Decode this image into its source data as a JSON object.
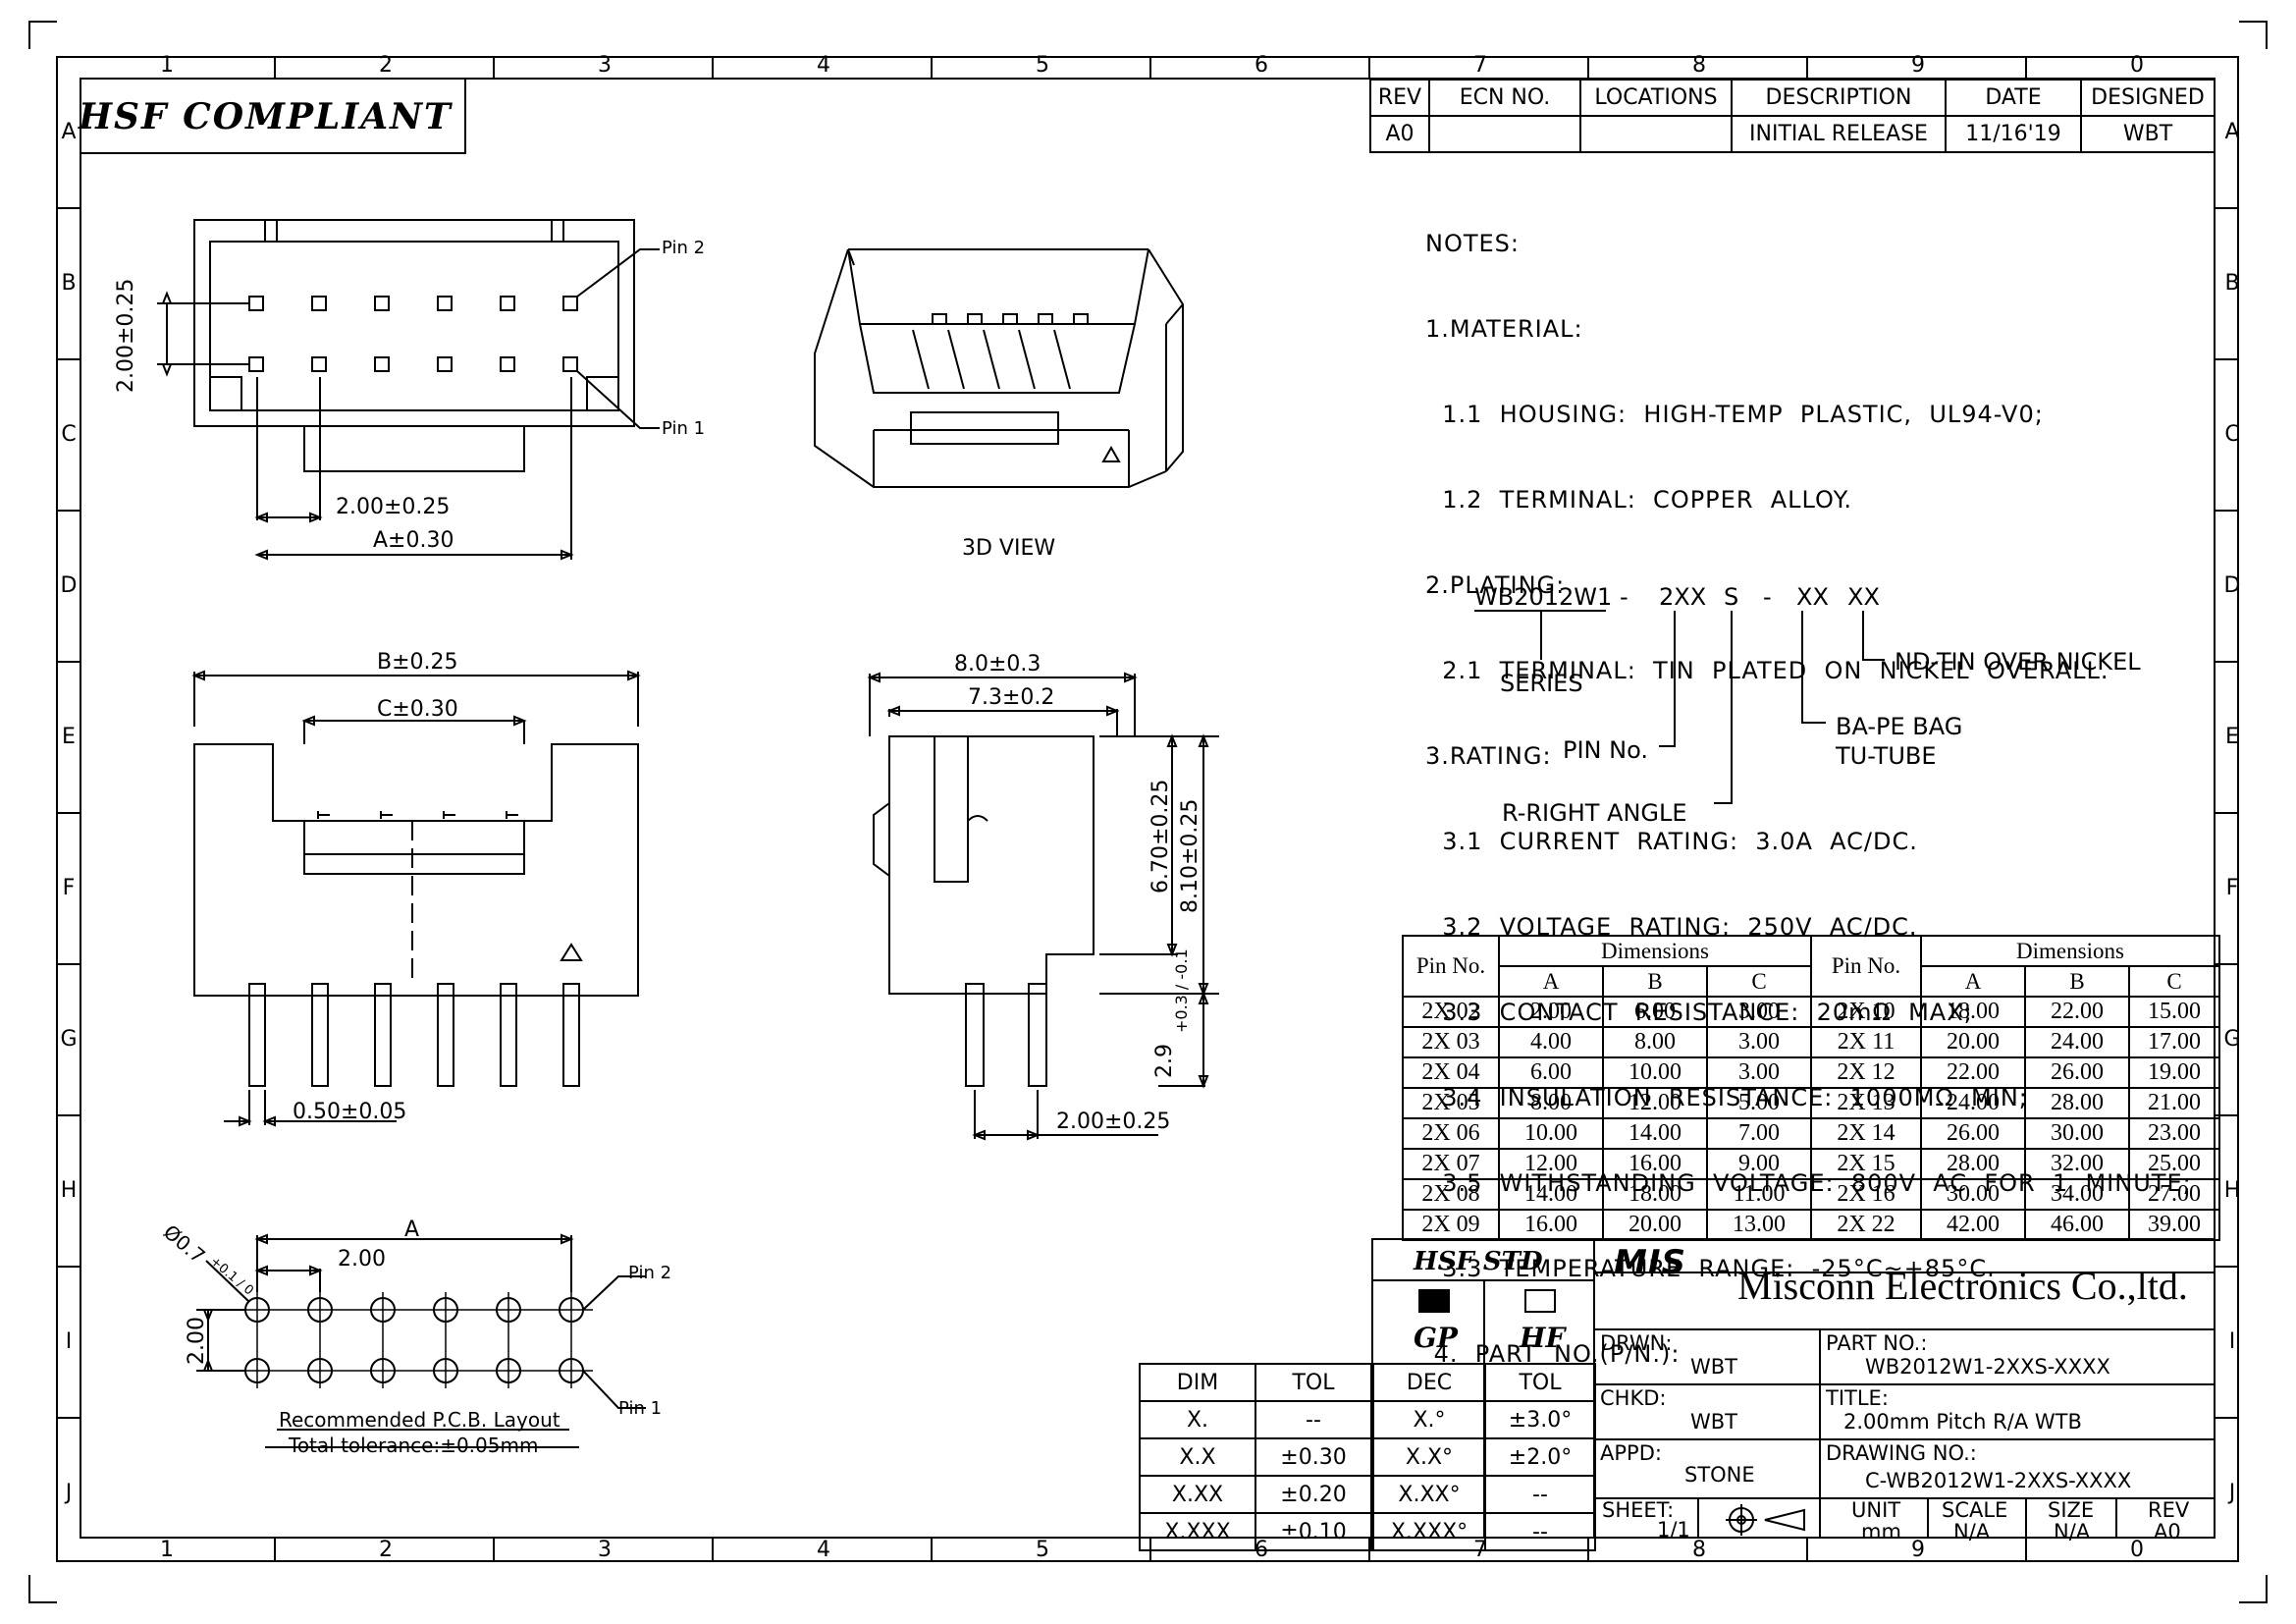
{
  "compliance_label": "HSF  COMPLIANT",
  "grid": {
    "cols_top": [
      "1",
      "2",
      "3",
      "4",
      "5",
      "6",
      "7",
      "8",
      "9",
      "0"
    ],
    "rows": [
      "A",
      "B",
      "C",
      "D",
      "E",
      "F",
      "G",
      "H",
      "I",
      "J"
    ]
  },
  "revision_table": {
    "headers": [
      "REV",
      "ECN  NO.",
      "LOCATIONS",
      "DESCRIPTION",
      "DATE",
      "DESIGNED"
    ],
    "row": [
      "A0",
      "",
      "",
      "INITIAL  RELEASE",
      "11/16'19",
      "WBT"
    ]
  },
  "notes": {
    "lines": [
      "NOTES:",
      "1.MATERIAL:",
      "  1.1  HOUSING:  HIGH-TEMP  PLASTIC,  UL94-V0;",
      "  1.2  TERMINAL:  COPPER  ALLOY.",
      "2.PLATING:",
      "  2.1  TERMINAL:  TIN  PLATED  ON  NICKEL  OVERALL.",
      "3.RATING:",
      "  3.1  CURRENT  RATING:  3.0A  AC/DC.",
      "  3.2  VOLTAGE  RATING:  250V  AC/DC.",
      "  3.3  CONTACT  RESISTANCE:  20mΩ  MAX;",
      "  3.4  INSULATION  RESISTANCE:  1000MΩ  MIN;",
      "  3.5  WITHSTANDING  VOLTAGE:  800V  AC  FOR  1  MINUTE;",
      "  3.3  TEMPERATURE  RANGE:  -25°C~+85°C.",
      " 4.  PART  NO.(P/N.):"
    ]
  },
  "part_number_diagram": {
    "segments": [
      "WB2012W1",
      "-",
      "2XX",
      "S",
      "-",
      "XX",
      "XX"
    ],
    "callouts": {
      "series": "SERIES",
      "pin_no": "PIN  No.",
      "angle": "R-RIGHT  ANGLE",
      "pack": "BA-PE  BAG",
      "pack2": "TU-TUBE",
      "plating": "ND-TIN  OVER  NICKEL"
    }
  },
  "views": {
    "top": {
      "pin2": "Pin 2",
      "pin1": "Pin 1",
      "dim_pitch": "2.00±0.25",
      "dim_a": "A±0.30",
      "dim_height": "2.00±0.25"
    },
    "iso_caption": "3D  VIEW",
    "front": {
      "dim_b": "B±0.25",
      "dim_c": "C±0.30",
      "dim_pin": "0.50±0.05"
    },
    "side": {
      "dim_w1": "8.0±0.3",
      "dim_w2": "7.3±0.2",
      "dim_h1": "6.70±0.25",
      "dim_h2": "8.10±0.25",
      "dim_tail": "2.9",
      "dim_tail_tol": "+0.3 / -0.1",
      "dim_pitch": "2.00±0.25"
    },
    "pcb": {
      "dim_a": "A",
      "dim_pitch": "2.00",
      "dim_row": "2.00",
      "hole": "Ø0.7",
      "hole_tol": "+0.1 / 0",
      "pin2": "Pin 2",
      "pin1": "Pin 1",
      "caption": "Recommended  P.C.B.  Layout",
      "tolerance": "Total  tolerance:±0.05mm"
    }
  },
  "dimensions_table": {
    "col_pin": "Pin No.",
    "group": "Dimensions",
    "sub": [
      "A",
      "B",
      "C"
    ],
    "left_rows": [
      [
        "2X 02",
        "2.00",
        "6.00",
        "3.00"
      ],
      [
        "2X 03",
        "4.00",
        "8.00",
        "3.00"
      ],
      [
        "2X 04",
        "6.00",
        "10.00",
        "3.00"
      ],
      [
        "2X 05",
        "8.00",
        "12.00",
        "5.00"
      ],
      [
        "2X 06",
        "10.00",
        "14.00",
        "7.00"
      ],
      [
        "2X 07",
        "12.00",
        "16.00",
        "9.00"
      ],
      [
        "2X 08",
        "14.00",
        "18.00",
        "11.00"
      ],
      [
        "2X 09",
        "16.00",
        "20.00",
        "13.00"
      ]
    ],
    "right_rows": [
      [
        "2X 10",
        "18.00",
        "22.00",
        "15.00"
      ],
      [
        "2X 11",
        "20.00",
        "24.00",
        "17.00"
      ],
      [
        "2X 12",
        "22.00",
        "26.00",
        "19.00"
      ],
      [
        "2X 13",
        "24.00",
        "28.00",
        "21.00"
      ],
      [
        "2X 14",
        "26.00",
        "30.00",
        "23.00"
      ],
      [
        "2X 15",
        "28.00",
        "32.00",
        "25.00"
      ],
      [
        "2X 16",
        "30.00",
        "34.00",
        "27.00"
      ],
      [
        "2X 22",
        "42.00",
        "46.00",
        "39.00"
      ]
    ]
  },
  "tolerance_table": {
    "headers": [
      "DIM",
      "TOL"
    ],
    "rows": [
      [
        "X.",
        "--"
      ],
      [
        "X.X",
        "±0.30"
      ],
      [
        "X.XX",
        "±0.20"
      ],
      [
        "X.XXX",
        "±0.10"
      ]
    ]
  },
  "angle_tolerance": {
    "headers": [
      "DEC",
      "TOL"
    ],
    "rows": [
      [
        "X.°",
        "±3.0°"
      ],
      [
        "X.X°",
        "±2.0°"
      ],
      [
        "X.XX°",
        "--"
      ],
      [
        "X.XXX°",
        "--"
      ]
    ]
  },
  "hsf_std": {
    "title": "HSF  STD",
    "gp": "GP",
    "hf": "HF"
  },
  "title_block": {
    "logo": "MIS",
    "company": "Misconn Electronics Co.,ltd.",
    "drwn_label": "DRWN:",
    "drwn": "WBT",
    "chkd_label": "CHKD:",
    "chkd": "WBT",
    "appd_label": "APPD:",
    "appd": "STONE",
    "part_label": "PART  NO.:",
    "part": "WB2012W1-2XXS-XXXX",
    "title_label": "TITLE:",
    "title": "2.00mm  Pitch  R/A  WTB",
    "drawing_label": "DRAWING  NO.:",
    "drawing": "C-WB2012W1-2XXS-XXXX",
    "sheet_label": "SHEET:",
    "sheet": "1/1",
    "unit_label": "UNIT",
    "unit": "mm",
    "scale_label": "SCALE",
    "scale": "N/A",
    "size_label": "SIZE",
    "size": "N/A",
    "rev_label": "REV",
    "rev": "A0"
  }
}
